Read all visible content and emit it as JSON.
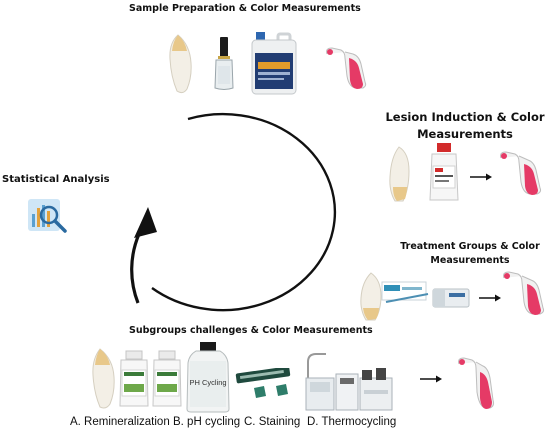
{
  "steps": {
    "sample_prep": "Sample Preparation  & Color Measurements",
    "lesion_line1": "Lesion Induction & Color",
    "lesion_line2": "Measurements",
    "treatment_line1": "Treatment Groups & Color",
    "treatment_line2": "Measurements",
    "subgroups": "Subgroups challenges &  Color Measurements",
    "statistical": "Statistical Analysis"
  },
  "bottle_label": "PH Cycling",
  "captions": {
    "a": "A. Remineralization",
    "b": "B. pH cycling",
    "c": "C. Staining",
    "d": "D. Thermocycling"
  }
}
